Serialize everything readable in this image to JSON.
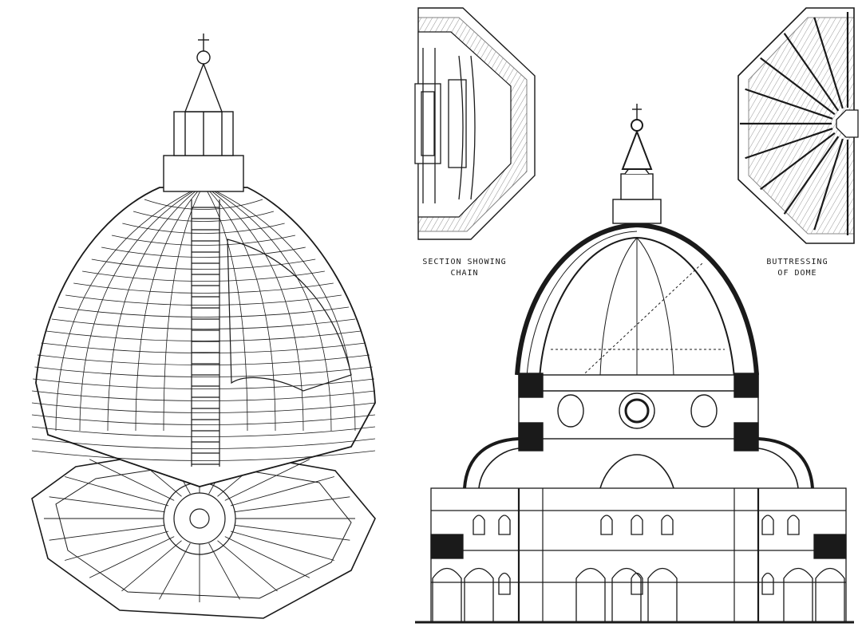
{
  "labels": {
    "chain_line1": "SECTION SHOWING",
    "chain_line2": "CHAIN",
    "buttress_line1": "BUTTRESSING",
    "buttress_line2": "OF DOME"
  },
  "colors": {
    "ink": "#1a1a1a",
    "paper": "#ffffff"
  }
}
